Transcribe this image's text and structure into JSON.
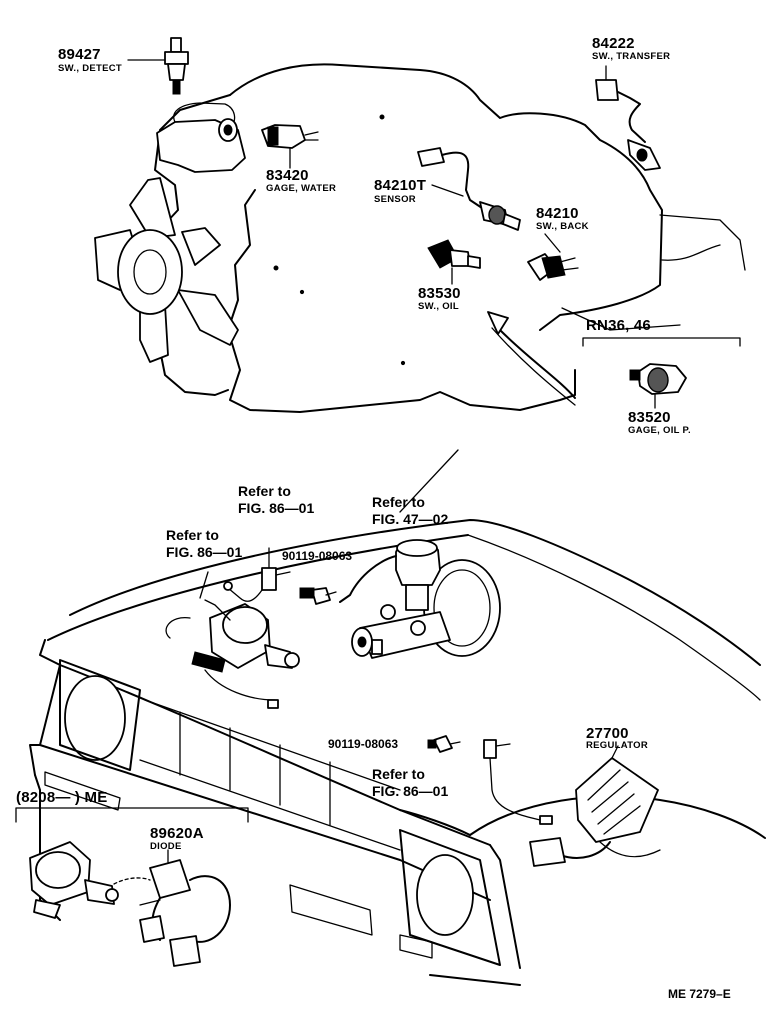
{
  "parts": {
    "p89427": {
      "number": "89427",
      "name": "SW., DETECT"
    },
    "p84222": {
      "number": "84222",
      "name": "SW., TRANSFER"
    },
    "p83420": {
      "number": "83420",
      "name": "GAGE, WATER"
    },
    "p84210t": {
      "number": "84210T",
      "name": "SENSOR"
    },
    "p84210": {
      "number": "84210",
      "name": "SW., BACK"
    },
    "p83530": {
      "number": "83530",
      "name": "SW., OIL"
    },
    "p83520": {
      "number": "83520",
      "name": "GAGE, OIL P."
    },
    "p27700": {
      "number": "27700",
      "name": "REGULATOR"
    },
    "p89620a": {
      "number": "89620A",
      "name": "DIODE"
    }
  },
  "bolts": {
    "upper": "90119-08063",
    "lower": "90119-08063"
  },
  "references": {
    "fig86_top": {
      "line1": "Refer to",
      "line2": "FIG. 86—01"
    },
    "fig47": {
      "line1": "Refer to",
      "line2": "FIG. 47—02"
    },
    "fig86_left": {
      "line1": "Refer to",
      "line2": "FIG. 86—01"
    },
    "fig86_bottom": {
      "line1": "Refer to",
      "line2": "FIG. 86—01"
    }
  },
  "model_box": "RN36, 46",
  "date_box": "(8208—        ) ME",
  "figure_code": "ME 7279–E"
}
